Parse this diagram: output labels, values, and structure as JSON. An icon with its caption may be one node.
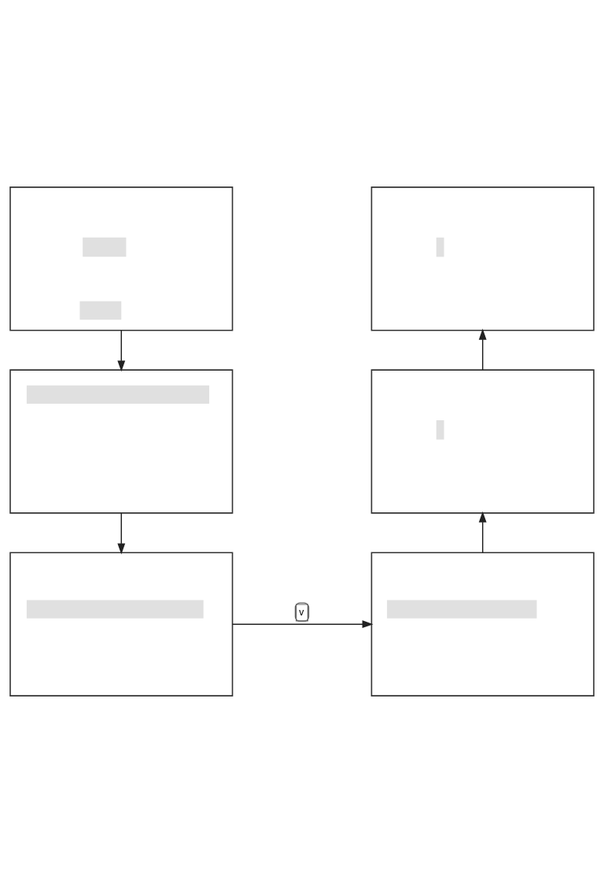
{
  "diagram": {
    "nodes": [
      {
        "text": [],
        "shape": "box"
      },
      {
        "text": [],
        "shape": "box"
      },
      {
        "text": [],
        "shape": "box"
      },
      {
        "text": [],
        "shape": "box"
      },
      {
        "text": [],
        "shape": "box"
      },
      {
        "text": [],
        "shape": "box"
      }
    ],
    "edges": [
      {
        "from": 0,
        "to": 2,
        "arrow": "to"
      },
      {
        "from": 2,
        "to": 4,
        "arrow": "to"
      },
      {
        "from": 4,
        "to": 5,
        "arrow": "to",
        "label": "v"
      },
      {
        "from": 5,
        "to": 3,
        "arrow": "to"
      },
      {
        "from": 3,
        "to": 1,
        "arrow": "to"
      }
    ]
  }
}
